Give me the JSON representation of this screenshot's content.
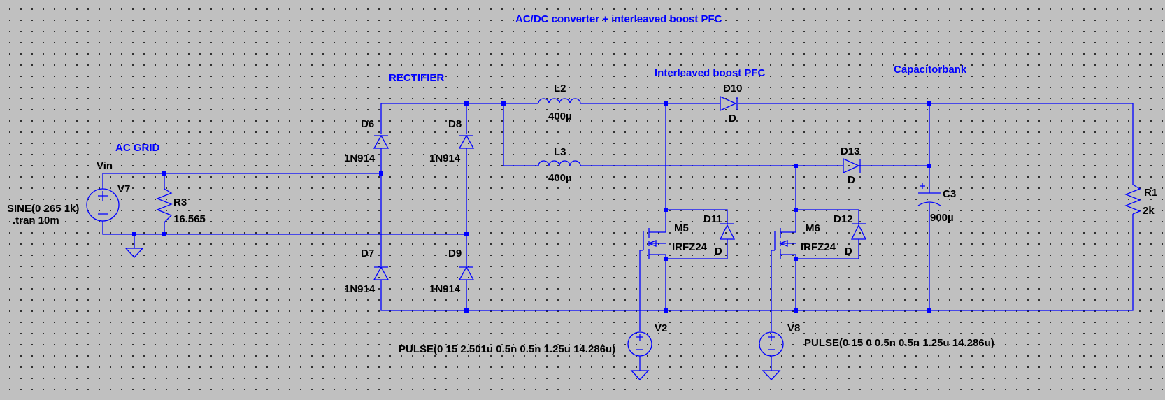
{
  "title": "AC/DC converter + interleaved boost PFC",
  "section_labels": {
    "rectifier": "RECTIFIER",
    "boost": "Interleaved boost PFC",
    "capbank": "Capacitorbank",
    "grid": "AC GRID"
  },
  "net_labels": {
    "vin": "Vin"
  },
  "components": {
    "d6": {
      "name": "D6",
      "model": "1N914"
    },
    "d7": {
      "name": "D7",
      "model": "1N914"
    },
    "d8": {
      "name": "D8",
      "model": "1N914"
    },
    "d9": {
      "name": "D9",
      "model": "1N914"
    },
    "l2": {
      "name": "L2",
      "value": "400µ"
    },
    "l3": {
      "name": "L3",
      "value": "400µ"
    },
    "d10": {
      "name": "D10",
      "model": "D"
    },
    "d13": {
      "name": "D13",
      "model": "D"
    },
    "d11": {
      "name": "D11",
      "model": "D"
    },
    "d12": {
      "name": "D12",
      "model": "D"
    },
    "m5": {
      "name": "M5",
      "model": "IRFZ24"
    },
    "m6": {
      "name": "M6",
      "model": "IRFZ24"
    },
    "c3": {
      "name": "C3",
      "value": "900µ"
    },
    "r1": {
      "name": "R1",
      "value": "2k"
    },
    "r3": {
      "name": "R3",
      "value": "16.565"
    },
    "v7": {
      "name": "V7",
      "value": "SINE(0 265 1k)",
      "directive": ".tran 10m"
    },
    "v2": {
      "name": "V2",
      "value": "PULSE(0 15 2.501u 0.5n 0.5n 1.25u 14.286u)"
    },
    "v8": {
      "name": "V8",
      "value": "PULSE(0 15 0 0.5n 0.5n 1.25u 14.286u)"
    }
  }
}
